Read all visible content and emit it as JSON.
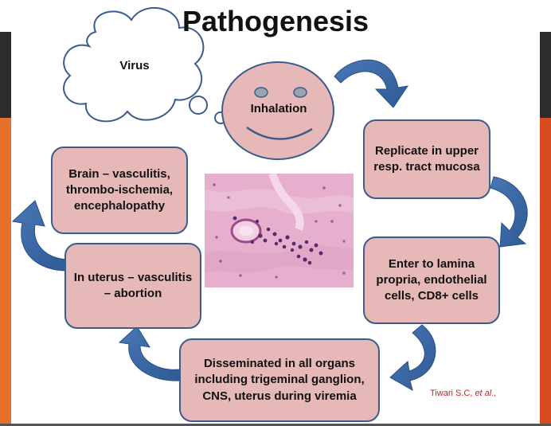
{
  "title": "Pathogenesis",
  "cloud_label": "Virus",
  "face_label": "Inhalation",
  "boxes": {
    "replicate": "Replicate in upper resp. tract mucosa",
    "lamina": "Enter to lamina propria, endothelial cells, CD8+ cells",
    "disseminated": "Disseminated in all organs including trigeminal ganglion, CNS, uterus during viremia",
    "uterus": "In uterus – vasculitis – abortion",
    "brain": "Brain – vasculitis, thrombo-ischemia, encephalopathy"
  },
  "credit": {
    "author": "Tiwari S.C, ",
    "etal": "et al.,"
  },
  "colors": {
    "box_fill": "#e7b8b8",
    "box_border": "#3a5d8c",
    "arrow": "#3c6aa8",
    "credit": "#d0202a",
    "accent_orange": "#e8702a"
  },
  "icons": [
    "thought-cloud",
    "smiley-face",
    "curved-arrow",
    "histology-image"
  ]
}
